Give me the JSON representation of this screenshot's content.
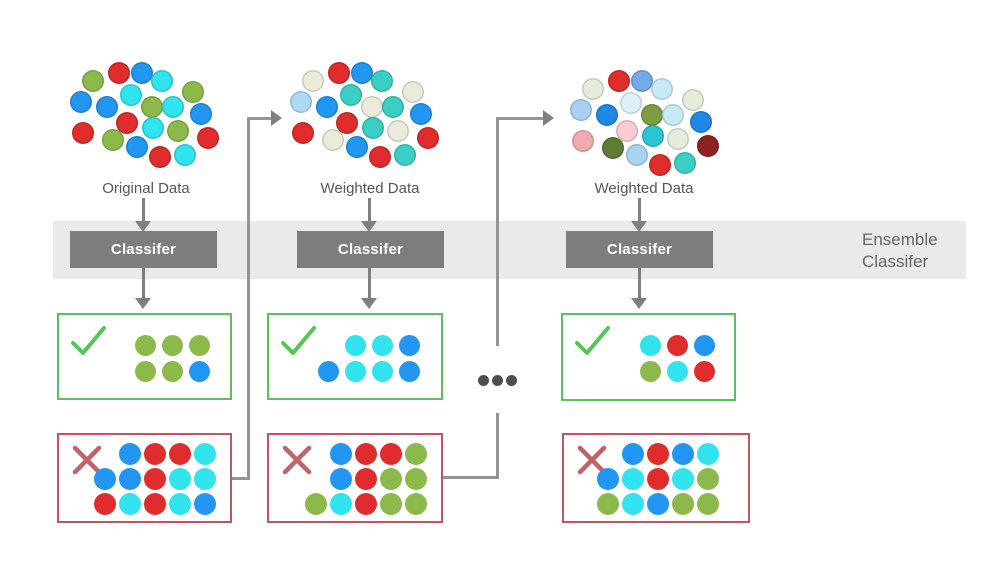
{
  "labels": {
    "ensemble_line1": "Ensemble",
    "ensemble_line2": "Classifer"
  },
  "columns": [
    {
      "cluster_label": "Original Data",
      "classifier_label": "Classifer"
    },
    {
      "cluster_label": "Weighted Data",
      "classifier_label": "Classifer"
    },
    {
      "cluster_label": "Weighted Data",
      "classifier_label": "Classifer"
    }
  ],
  "theme": {
    "band_bg": "#EAEAEA",
    "classifier_bg": "#7D7D7D",
    "classifier_text": "#FFFFFF",
    "correct_border": "#56C556",
    "incorrect_border": "#C4555E",
    "check_color": "#56C556",
    "cross_color": "#C4626C",
    "arrow_color": "#7F7F7F",
    "connector_color": "#949494",
    "label_color": "#555555",
    "ensemble_text_color": "#666666"
  },
  "colors": {
    "green": "#8CBA4A",
    "blue": "#2196F3",
    "cyan": "#30E3EC",
    "red": "#E02C2C",
    "teal": "#3BCFC4",
    "beige": "#EAEBDA",
    "fadedBlue": "#AED8F4",
    "paleGreen": "#E4EDDB",
    "midBlue": "#73AAE8",
    "paleCyan": "#C8E9F6",
    "lightBlue": "#A9CFF1",
    "strongBlue": "#1F87E5",
    "paleCyan2": "#DCF1F8",
    "olive": "#7C9E41",
    "palePink": "#F1ABAE",
    "palePink2": "#F7CDD0",
    "tealStrong": "#2AC6D4",
    "maroon": "#8E2222",
    "darkOlive": "#5E7D34",
    "lightBlue2": "#A8D4F4",
    "dark": "#4E4E4E"
  },
  "dot_groups": {
    "cluster1": {
      "size": 22,
      "dots": [
        [
          93,
          81,
          "green"
        ],
        [
          119,
          73,
          "red"
        ],
        [
          142,
          73,
          "blue"
        ],
        [
          162,
          81,
          "cyan"
        ],
        [
          193,
          92,
          "green"
        ],
        [
          81,
          102,
          "blue"
        ],
        [
          107,
          107,
          "blue"
        ],
        [
          131,
          95,
          "cyan"
        ],
        [
          152,
          107,
          "green"
        ],
        [
          173,
          107,
          "cyan"
        ],
        [
          201,
          114,
          "blue"
        ],
        [
          83,
          133,
          "red"
        ],
        [
          127,
          123,
          "red"
        ],
        [
          153,
          128,
          "cyan"
        ],
        [
          178,
          131,
          "green"
        ],
        [
          208,
          138,
          "red"
        ],
        [
          113,
          140,
          "green"
        ],
        [
          137,
          147,
          "blue"
        ],
        [
          160,
          157,
          "red"
        ],
        [
          185,
          155,
          "cyan"
        ]
      ]
    },
    "cluster2": {
      "size": 22,
      "dots": [
        [
          313,
          81,
          "beige"
        ],
        [
          339,
          73,
          "red"
        ],
        [
          362,
          73,
          "blue"
        ],
        [
          382,
          81,
          "teal"
        ],
        [
          413,
          92,
          "beige"
        ],
        [
          301,
          102,
          "fadedBlue"
        ],
        [
          327,
          107,
          "blue"
        ],
        [
          351,
          95,
          "teal"
        ],
        [
          372,
          107,
          "beige"
        ],
        [
          393,
          107,
          "teal"
        ],
        [
          421,
          114,
          "blue"
        ],
        [
          303,
          133,
          "red"
        ],
        [
          347,
          123,
          "red"
        ],
        [
          373,
          128,
          "teal"
        ],
        [
          398,
          131,
          "beige"
        ],
        [
          428,
          138,
          "red"
        ],
        [
          333,
          140,
          "beige"
        ],
        [
          357,
          147,
          "blue"
        ],
        [
          380,
          157,
          "red"
        ],
        [
          405,
          155,
          "teal"
        ]
      ]
    },
    "cluster3": {
      "size": 22,
      "dots": [
        [
          593,
          89,
          "paleGreen"
        ],
        [
          619,
          81,
          "red"
        ],
        [
          642,
          81,
          "midBlue"
        ],
        [
          662,
          89,
          "paleCyan"
        ],
        [
          693,
          100,
          "paleGreen"
        ],
        [
          581,
          110,
          "lightBlue"
        ],
        [
          607,
          115,
          "strongBlue"
        ],
        [
          631,
          103,
          "paleCyan2"
        ],
        [
          652,
          115,
          "olive"
        ],
        [
          673,
          115,
          "paleCyan"
        ],
        [
          701,
          122,
          "strongBlue"
        ],
        [
          583,
          141,
          "palePink"
        ],
        [
          627,
          131,
          "palePink2"
        ],
        [
          653,
          136,
          "tealStrong"
        ],
        [
          678,
          139,
          "paleGreen"
        ],
        [
          708,
          146,
          "maroon"
        ],
        [
          613,
          148,
          "darkOlive"
        ],
        [
          637,
          155,
          "lightBlue2"
        ],
        [
          660,
          165,
          "red"
        ],
        [
          685,
          163,
          "teal"
        ]
      ]
    },
    "correct1": {
      "size": 21,
      "dots": [
        [
          145,
          345,
          "green"
        ],
        [
          172,
          345,
          "green"
        ],
        [
          199,
          345,
          "green"
        ],
        [
          145,
          371,
          "green"
        ],
        [
          172,
          371,
          "green"
        ],
        [
          199,
          371,
          "blue"
        ]
      ]
    },
    "correct2": {
      "size": 21,
      "dots": [
        [
          355,
          345,
          "cyan"
        ],
        [
          382,
          345,
          "cyan"
        ],
        [
          409,
          345,
          "blue"
        ],
        [
          328,
          371,
          "blue"
        ],
        [
          355,
          371,
          "cyan"
        ],
        [
          382,
          371,
          "cyan"
        ],
        [
          409,
          371,
          "blue"
        ]
      ]
    },
    "correct3": {
      "size": 21,
      "dots": [
        [
          650,
          345,
          "cyan"
        ],
        [
          677,
          345,
          "red"
        ],
        [
          704,
          345,
          "blue"
        ],
        [
          650,
          371,
          "green"
        ],
        [
          677,
          371,
          "cyan"
        ],
        [
          704,
          371,
          "red"
        ]
      ]
    },
    "incorrect1": {
      "size": 22,
      "dots": [
        [
          130,
          454,
          "blue"
        ],
        [
          155,
          454,
          "red"
        ],
        [
          180,
          454,
          "red"
        ],
        [
          205,
          454,
          "cyan"
        ],
        [
          105,
          479,
          "blue"
        ],
        [
          130,
          479,
          "blue"
        ],
        [
          155,
          479,
          "red"
        ],
        [
          180,
          479,
          "cyan"
        ],
        [
          205,
          479,
          "cyan"
        ],
        [
          105,
          504,
          "red"
        ],
        [
          130,
          504,
          "cyan"
        ],
        [
          155,
          504,
          "red"
        ],
        [
          180,
          504,
          "cyan"
        ],
        [
          205,
          504,
          "blue"
        ]
      ]
    },
    "incorrect2": {
      "size": 22,
      "dots": [
        [
          341,
          454,
          "blue"
        ],
        [
          366,
          454,
          "red"
        ],
        [
          391,
          454,
          "red"
        ],
        [
          416,
          454,
          "green"
        ],
        [
          341,
          479,
          "blue"
        ],
        [
          366,
          479,
          "red"
        ],
        [
          391,
          479,
          "green"
        ],
        [
          416,
          479,
          "green"
        ],
        [
          316,
          504,
          "green"
        ],
        [
          341,
          504,
          "cyan"
        ],
        [
          366,
          504,
          "red"
        ],
        [
          391,
          504,
          "green"
        ],
        [
          416,
          504,
          "green"
        ]
      ]
    },
    "incorrect3": {
      "size": 22,
      "dots": [
        [
          633,
          454,
          "blue"
        ],
        [
          658,
          454,
          "red"
        ],
        [
          683,
          454,
          "blue"
        ],
        [
          708,
          454,
          "cyan"
        ],
        [
          608,
          479,
          "blue"
        ],
        [
          633,
          479,
          "cyan"
        ],
        [
          658,
          479,
          "red"
        ],
        [
          683,
          479,
          "cyan"
        ],
        [
          708,
          479,
          "green"
        ],
        [
          608,
          504,
          "green"
        ],
        [
          633,
          504,
          "cyan"
        ],
        [
          658,
          504,
          "blue"
        ],
        [
          683,
          504,
          "green"
        ],
        [
          708,
          504,
          "green"
        ]
      ]
    },
    "ellipsis": {
      "size": 11,
      "dots": [
        [
          483,
          380,
          "dark"
        ],
        [
          497,
          380,
          "dark"
        ],
        [
          511,
          380,
          "dark"
        ]
      ]
    }
  }
}
